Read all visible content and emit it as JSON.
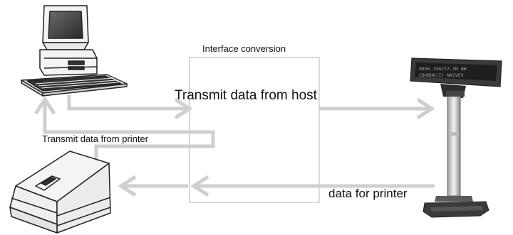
{
  "diagram": {
    "interface_label": "Interface conversion",
    "host_label": "Transmit data from host",
    "printer_tx_label": "Transmit data from printer",
    "data_for_printer_label": "data for printer",
    "display_text_line1": "8856  1%GIS7-IN  ##",
    "display_text_line2": "C8H6HG(I)    NN2VEV",
    "colors": {
      "arrow": "#cfcfcf",
      "box_border": "#b3b3b3",
      "device_dark": "#222222",
      "device_light": "#f4f4f4",
      "display_panel": "#3a3a3a",
      "display_text": "#9aa58f"
    },
    "icons": [
      "computer-icon",
      "printer-icon",
      "pole-display-icon"
    ]
  }
}
